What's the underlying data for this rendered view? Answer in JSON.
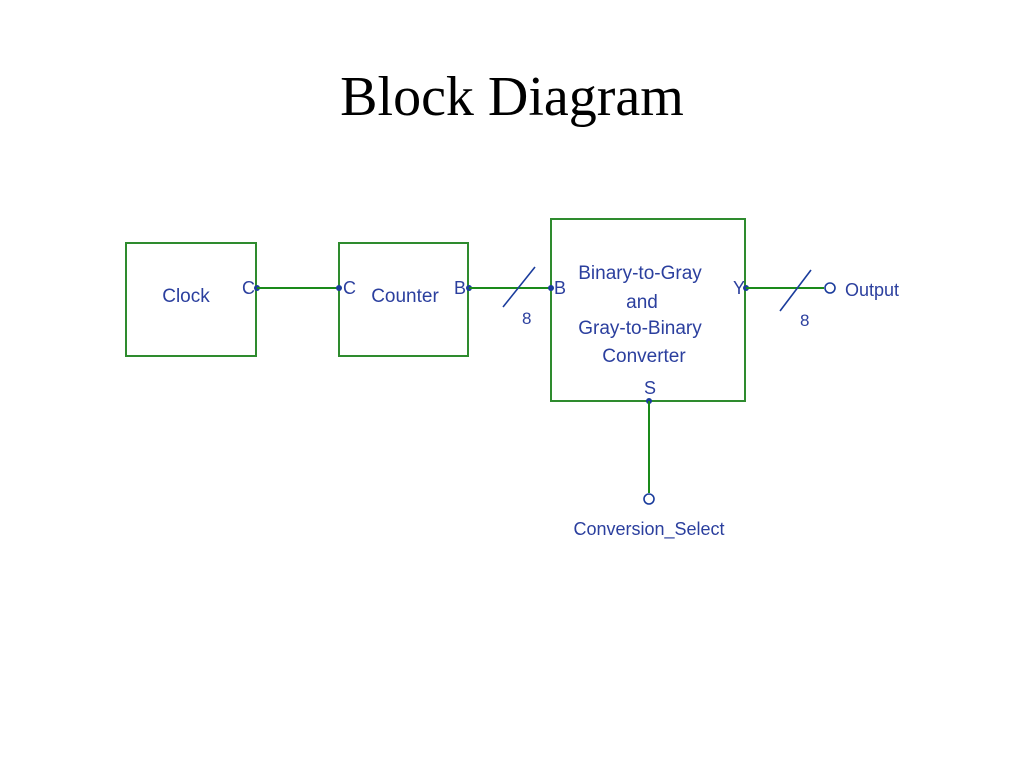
{
  "title": "Block Diagram",
  "blocks": {
    "clock": {
      "label": "Clock",
      "out_pin": "C"
    },
    "counter": {
      "label": "Counter",
      "in_pin": "C",
      "out_pin": "B"
    },
    "converter": {
      "lines": [
        "Binary-to-Gray",
        "and",
        "Gray-to-Binary",
        "Converter"
      ],
      "in_pin": "B",
      "out_pin": "Y",
      "select_pin": "S"
    }
  },
  "buses": {
    "counter_to_converter_width": "8",
    "output_width": "8"
  },
  "ports": {
    "output": "Output",
    "conversion_select": "Conversion_Select"
  },
  "colors": {
    "block_border": "#2e8b2e",
    "wire": "#1a8a1a",
    "text": "#2b3f9e",
    "pin": "#1a3c9c"
  }
}
